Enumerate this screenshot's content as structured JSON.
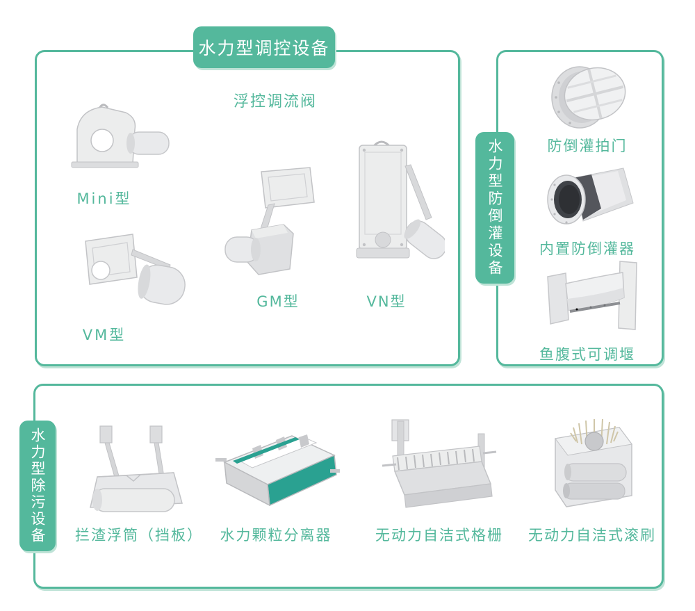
{
  "colors": {
    "accent_green": "#54b89c",
    "shadow_green": "#bfe3d7",
    "equipment_grey": "#e4e5e7",
    "separator_teal": "#2aa191"
  },
  "sections": [
    {
      "id": "control",
      "badge": "水力型调控设备",
      "subtitle": "浮控调流阀",
      "products": [
        {
          "label": "Mini型"
        },
        {
          "label": "VM型"
        },
        {
          "label": "GM型"
        },
        {
          "label": "VN型"
        }
      ]
    },
    {
      "id": "backflow-prevention",
      "badge": "水力型防倒灌设备",
      "products": [
        {
          "label": "防倒灌拍门"
        },
        {
          "label": "内置防倒灌器"
        },
        {
          "label": "鱼腹式可调堰"
        }
      ]
    },
    {
      "id": "decontamination",
      "badge": "水力型除污设备",
      "products": [
        {
          "label": "拦渣浮筒（挡板）"
        },
        {
          "label": "水力颗粒分离器"
        },
        {
          "label": "无动力自洁式格栅"
        },
        {
          "label": "无动力自洁式滚刷"
        }
      ]
    }
  ]
}
